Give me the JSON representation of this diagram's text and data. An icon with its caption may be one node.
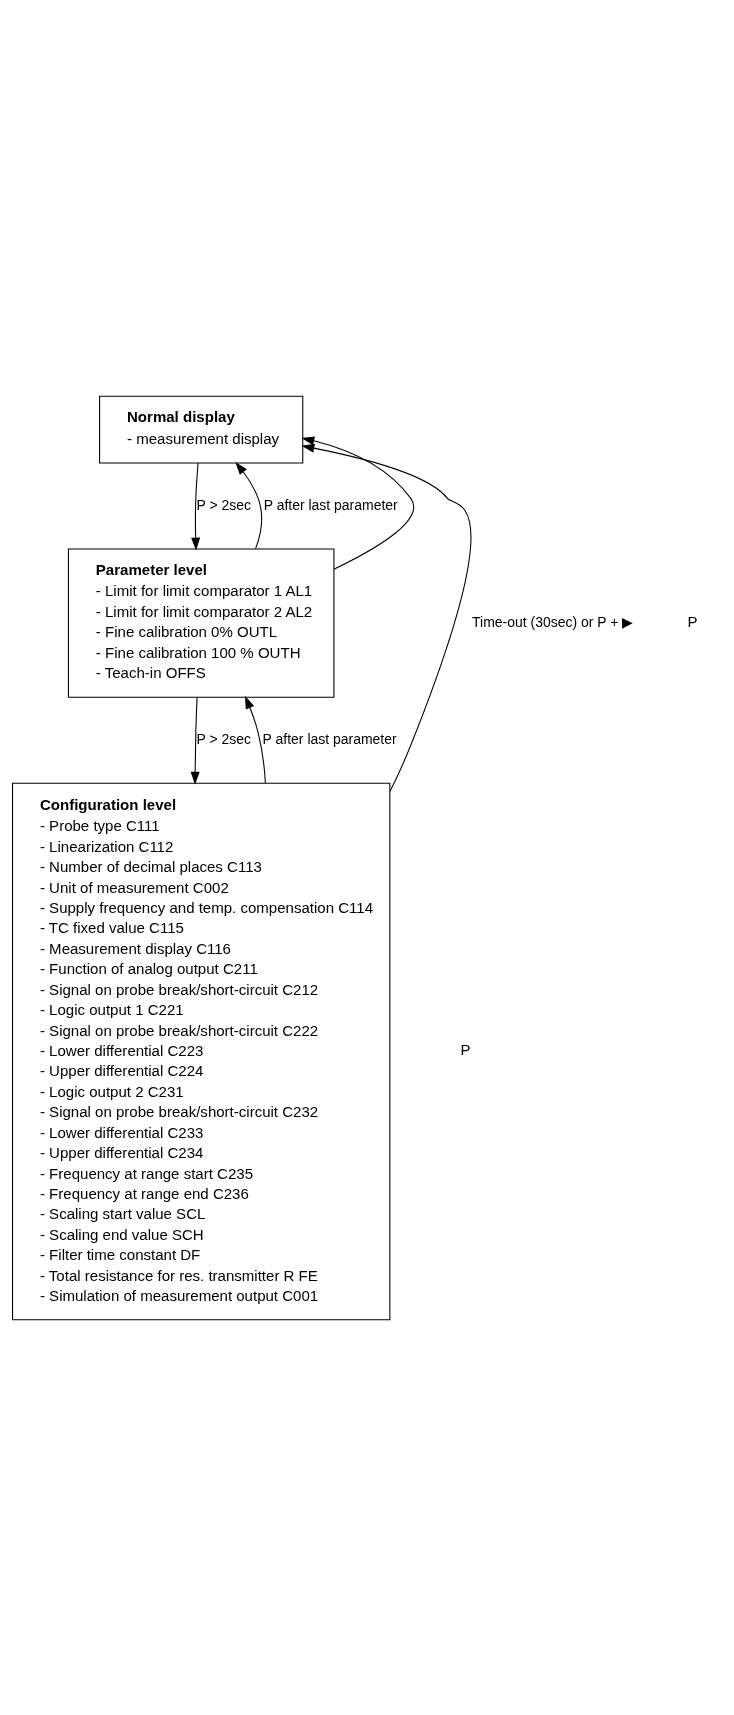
{
  "diagram": {
    "nodes": [
      {
        "text": [
          "Normal display",
          "- measurement display"
        ]
      },
      {
        "text": [
          "Parameter level",
          "- Limit for limit comparator 1 AL1",
          "- Limit for limit comparator 2 AL2",
          "- Fine calibration 0% OUTL",
          "- Fine calibration 100 % OUTH",
          "- Teach-in OFFS"
        ]
      },
      {
        "text": [
          "Configuration level",
          "- Probe type C111",
          "- Linearization C112",
          "- Number of decimal places C113",
          "- Unit of measurement C002",
          "- Supply frequency and temp. compensation C114",
          "- TC fixed value C115",
          "- Measurement display C116",
          "- Function of analog output C211",
          "- Signal on probe break/short-circuit C212",
          "- Logic output 1 C221",
          "- Signal on probe break/short-circuit C222",
          "- Lower differential C223",
          "- Upper differential C224",
          "- Logic output 2 C231",
          "- Signal on probe break/short-circuit C232",
          "- Lower differential C233",
          "- Upper differential C234",
          "- Frequency at range start C235",
          "- Frequency at range end C236",
          "- Scaling start value SCL",
          "- Scaling end value SCH",
          "- Filter time constant DF",
          "- Total resistance for res. transmitter R FE",
          "- Simulation of measurement output C001"
        ]
      }
    ],
    "edges": [
      {
        "from": 0,
        "to": 1,
        "arrow": "to",
        "label": "P > 2sec"
      },
      {
        "from": 1,
        "to": 0,
        "arrow": "to",
        "label": "P after last parameter"
      },
      {
        "from": 1,
        "to": 2,
        "arrow": "to",
        "label": "P > 2sec"
      },
      {
        "from": 2,
        "to": 1,
        "arrow": "to",
        "label": "P after last parameter"
      },
      {
        "from": 1,
        "to": 0,
        "arrow": "to"
      },
      {
        "from": 2,
        "to": 0,
        "arrow": "to",
        "label": "Time-out (30sec) or P + ▶"
      }
    ],
    "labels": [
      "P",
      "P"
    ]
  }
}
